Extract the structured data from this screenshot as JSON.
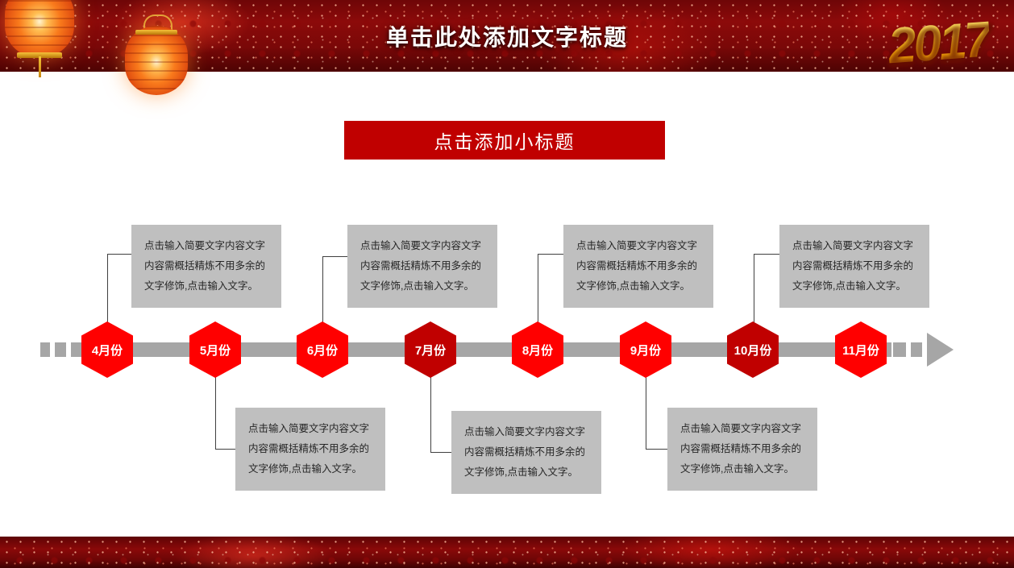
{
  "slide": {
    "main_title": "单击此处添加文字标题",
    "subtitle": "点击添加小标题",
    "year_logo": "2017",
    "colors": {
      "banner_red": "#C00000",
      "hex_bright_red": "#FF0000",
      "hex_dark_red": "#C00000",
      "timeline_gray": "#A6A6A6",
      "textbox_gray": "#BFBFBF",
      "band_red": "#8C0A0A"
    }
  },
  "timeline": {
    "body_text": "点击输入简要文字内容文字内容需概括精炼不用多余的文字修饰,点击输入文字。",
    "milestones": [
      {
        "label": "4月份",
        "color": "#FF0000",
        "position": "above"
      },
      {
        "label": "5月份",
        "color": "#FF0000",
        "position": "below"
      },
      {
        "label": "6月份",
        "color": "#FF0000",
        "position": "above"
      },
      {
        "label": "7月份",
        "color": "#C00000",
        "position": "below"
      },
      {
        "label": "8月份",
        "color": "#FF0000",
        "position": "above"
      },
      {
        "label": "9月份",
        "color": "#FF0000",
        "position": "below"
      },
      {
        "label": "10月份",
        "color": "#C00000",
        "position": "above"
      },
      {
        "label": "11月份",
        "color": "#FF0000",
        "position": "above"
      }
    ],
    "callouts": [
      {
        "id": "box-1",
        "text": "点击输入简要文字内容文字内容需概括精炼不用多余的文字修饰,点击输入文字。",
        "side": "above"
      },
      {
        "id": "box-2",
        "text": "点击输入简要文字内容文字内容需概括精炼不用多余的文字修饰,点击输入文字。",
        "side": "below"
      },
      {
        "id": "box-3",
        "text": "点击输入简要文字内容文字内容需概括精炼不用多余的文字修饰,点击输入文字。",
        "side": "above"
      },
      {
        "id": "box-4",
        "text": "点击输入简要文字内容文字内容需概括精炼不用多余的文字修饰,点击输入文字。",
        "side": "below"
      },
      {
        "id": "box-5",
        "text": "点击输入简要文字内容文字内容需概括精炼不用多余的文字修饰,点击输入文字。",
        "side": "above"
      },
      {
        "id": "box-6",
        "text": "点击输入简要文字内容文字内容需概括精炼不用多余的文字修饰,点击输入文字。",
        "side": "below"
      },
      {
        "id": "box-7",
        "text": "点击输入简要文字内容文字内容需概括精炼不用多余的文字修饰,点击输入文字。",
        "side": "above"
      }
    ]
  }
}
